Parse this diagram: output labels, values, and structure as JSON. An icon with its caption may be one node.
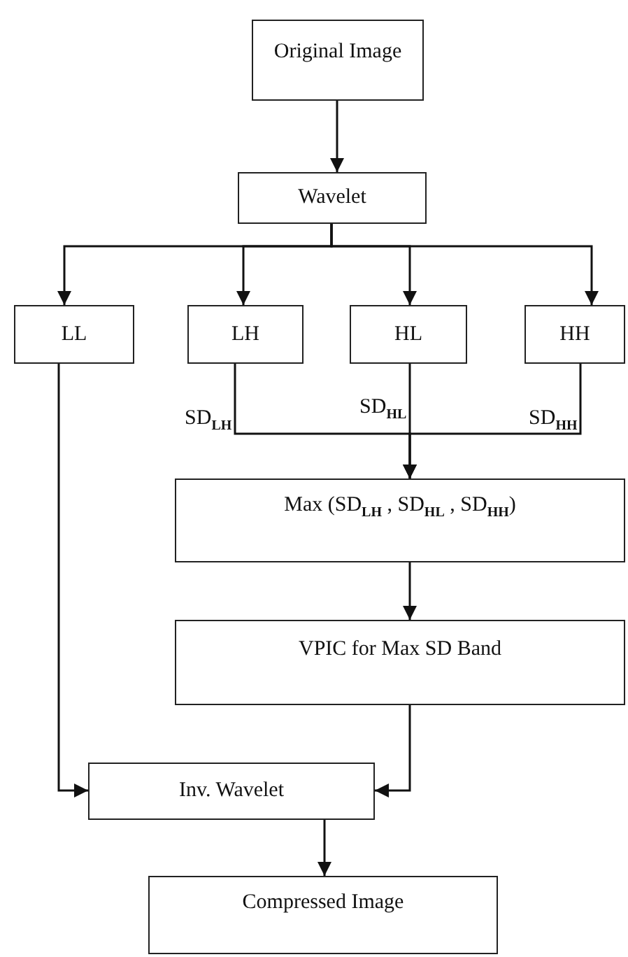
{
  "diagram": {
    "nodes": [
      {
        "text": [
          "Original Image"
        ]
      },
      {
        "text": [
          "Wavelet"
        ]
      },
      {
        "text": [
          "LL"
        ]
      },
      {
        "text": [
          "LH"
        ]
      },
      {
        "text": [
          "HL"
        ]
      },
      {
        "text": [
          "HH"
        ]
      },
      {
        "text": [
          "Max (SD$_{LH}$ , SD$_{HL}$ , SD$_{HH}$)"
        ]
      },
      {
        "text": [
          "VPIC for Max SD Band"
        ]
      },
      {
        "text": [
          "Inv. Wavelet"
        ]
      },
      {
        "text": [
          "Compressed Image"
        ]
      }
    ],
    "edges": [
      {
        "from": 0,
        "to": 1,
        "arrow": "to"
      },
      {
        "from": 1,
        "to": 2,
        "arrow": "to"
      },
      {
        "from": 1,
        "to": 3,
        "arrow": "to"
      },
      {
        "from": 1,
        "to": 4,
        "arrow": "to"
      },
      {
        "from": 1,
        "to": 5,
        "arrow": "to"
      },
      {
        "from": 3,
        "to": 6,
        "arrow": "to",
        "label": "SD$_{LH}$"
      },
      {
        "from": 4,
        "to": 6,
        "arrow": "to",
        "label": "SD$_{HL}$"
      },
      {
        "from": 5,
        "to": 6,
        "arrow": "to",
        "label": "SD$_{HH}$"
      },
      {
        "from": 6,
        "to": 7,
        "arrow": "to"
      },
      {
        "from": 7,
        "to": 8,
        "arrow": "to"
      },
      {
        "from": 2,
        "to": 8,
        "arrow": "to"
      },
      {
        "from": 8,
        "to": 9,
        "arrow": "to"
      }
    ]
  }
}
